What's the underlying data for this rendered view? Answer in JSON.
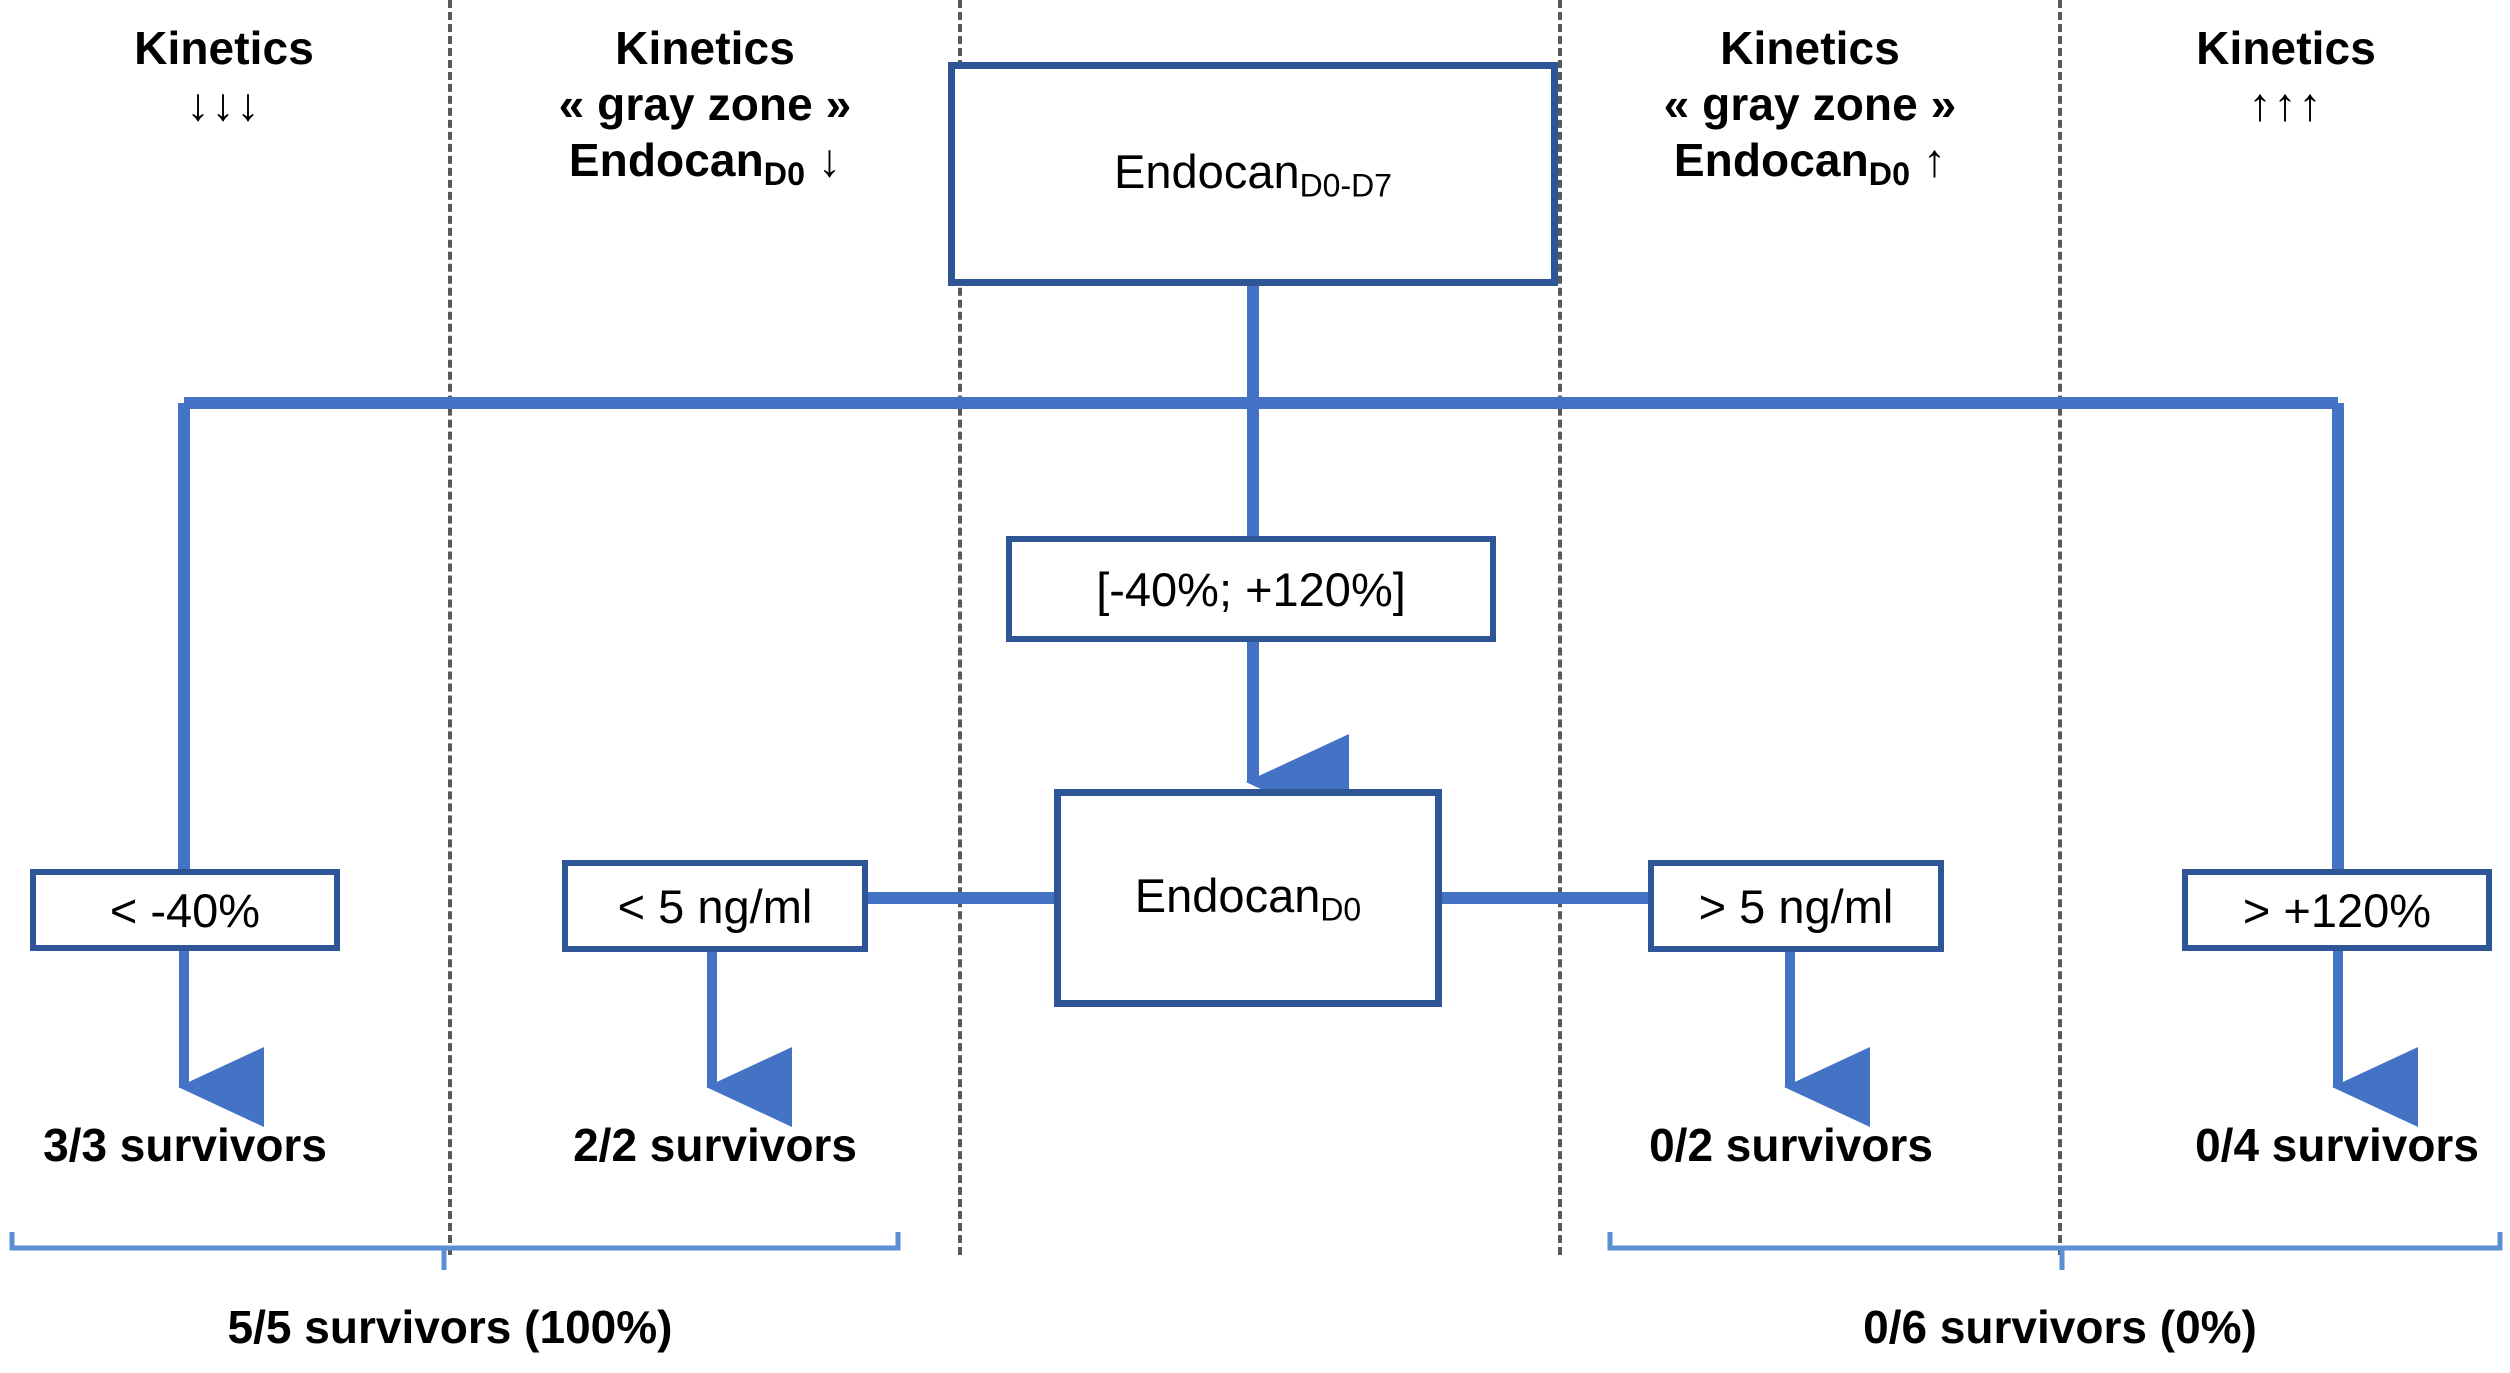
{
  "diagram": {
    "title": "Endocan kinetics decision tree",
    "colors": {
      "box_border": "#2E5596",
      "connector": "#4472C4",
      "bracket": "#5B8FD4",
      "divider": "#595959",
      "text": "#000000",
      "background": "#FFFFFF"
    },
    "column_headers": [
      {
        "name": "kinetics-strong-decrease",
        "line1": "Kinetics",
        "line2": "",
        "line3": "",
        "arrows": "↓↓↓"
      },
      {
        "name": "kinetics-gray-zone-low",
        "line1": "Kinetics",
        "line2": "« gray zone »",
        "line3": "Endocan",
        "sub": "D0",
        "arrows": "↓"
      },
      {
        "name": "kinetics-gray-zone-high",
        "line1": "Kinetics",
        "line2": "« gray zone »",
        "line3": "Endocan",
        "sub": "D0",
        "arrows": "↑"
      },
      {
        "name": "kinetics-strong-increase",
        "line1": "Kinetics",
        "line2": "",
        "line3": "",
        "arrows": "↑↑↑"
      }
    ],
    "nodes": {
      "root": {
        "label": "Endocan",
        "sub": "D0-D7"
      },
      "range": {
        "label": "[-40%; +120%]"
      },
      "center": {
        "label": "Endocan",
        "sub": "D0"
      },
      "left_outer": {
        "label": "< -40%"
      },
      "left_inner": {
        "label": "< 5 ng/ml"
      },
      "right_inner": {
        "label": "> 5 ng/ml"
      },
      "right_outer": {
        "label": "> +120%"
      }
    },
    "outcomes": [
      {
        "name": "outcome-left-outer",
        "label": "3/3 survivors"
      },
      {
        "name": "outcome-left-inner",
        "label": "2/2 survivors"
      },
      {
        "name": "outcome-right-inner",
        "label": "0/2 survivors"
      },
      {
        "name": "outcome-right-outer",
        "label": "0/4 survivors"
      }
    ],
    "totals": [
      {
        "name": "total-left",
        "label": "5/5 survivors (100%)"
      },
      {
        "name": "total-right",
        "label": "0/6 survivors (0%)"
      }
    ]
  }
}
